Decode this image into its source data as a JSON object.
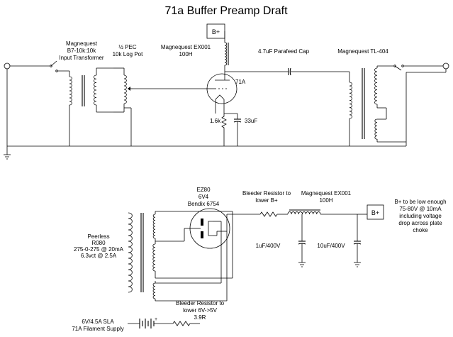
{
  "title": "71a Buffer Preamp Draft",
  "labels": {
    "input_transformer": [
      "Magnequest",
      "B7-10k:10k",
      "Input Transformer"
    ],
    "pec": [
      "½ PEC",
      "10k Log Pot"
    ],
    "choke_top": [
      "Magnequest EX001",
      "100H"
    ],
    "bplus_top": "B+",
    "parafeed_cap": "4.7uF Parafeed Cap",
    "output_transformer": "Magnequest TL-404",
    "tube": "71A",
    "cathode_resistor": "1.6k",
    "cathode_cap": "33uF",
    "rectifier": [
      "EZ80",
      "6V4",
      "Bendix 6754"
    ],
    "bleeder_b": [
      "Bleeder Resistor to",
      "lower B+"
    ],
    "choke_supply": [
      "Magnequest EX001",
      "100H"
    ],
    "bplus_supply": "B+",
    "note": [
      "B+ to be low enough",
      "75-80V @ 10mA",
      "including voltage",
      "drop across plate",
      "choke"
    ],
    "power_transformer": [
      "Peerless",
      "R080",
      "275-0-275 @ 20mA",
      "6.3vct @ 2.5A"
    ],
    "cap1": "1uF/400V",
    "cap2": "10uF/400V",
    "bleeder_fil": [
      "Bleeder Resistor to",
      "lower 6V->5V",
      "3.9R"
    ],
    "battery": [
      "6V/4.5A SLA",
      "71A Filament Supply"
    ],
    "battery_plus": "+"
  }
}
